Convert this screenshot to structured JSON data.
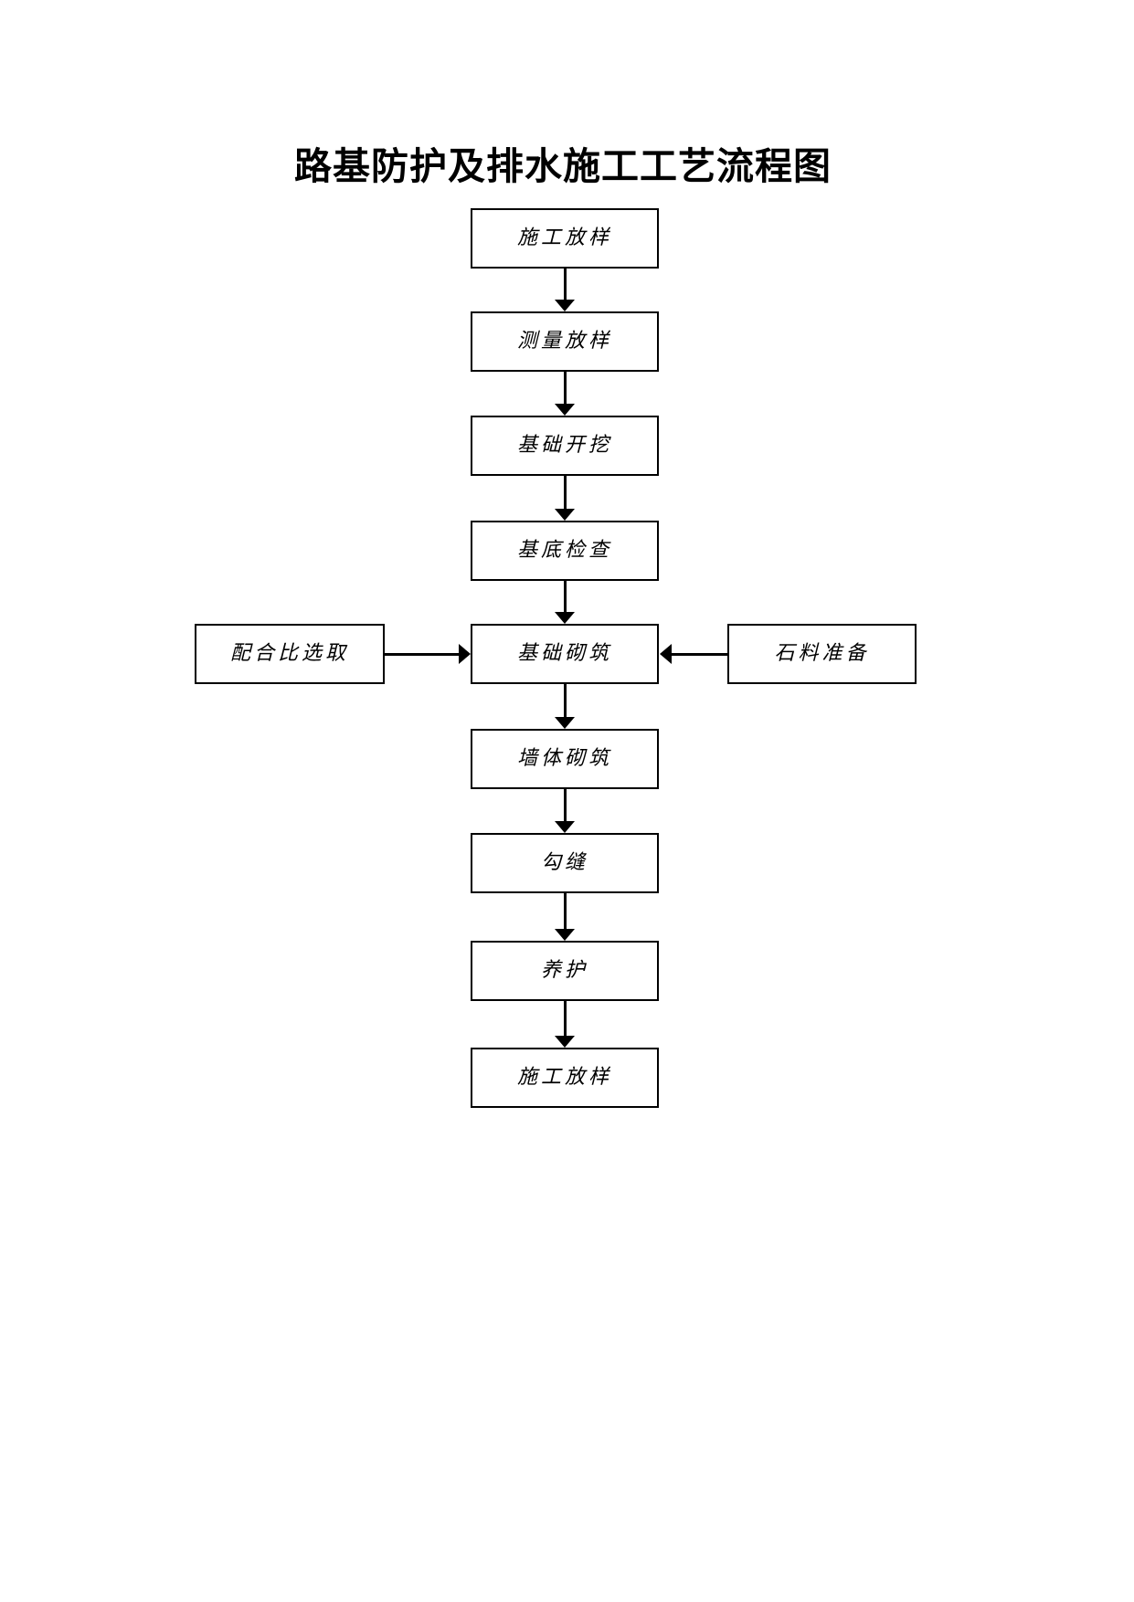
{
  "page": {
    "title": "路基防护及排水施工工艺流程图",
    "background_color": "#ffffff",
    "line_color": "#000000"
  },
  "flowchart": {
    "nodes": [
      {
        "label": "施工放样"
      },
      {
        "label": "测量放样"
      },
      {
        "label": "基础开挖"
      },
      {
        "label": "基底检查"
      },
      {
        "label": "基础砌筑"
      },
      {
        "label": "墙体砌筑"
      },
      {
        "label": "勾缝"
      },
      {
        "label": "养护"
      },
      {
        "label": "施工放样"
      }
    ],
    "side_nodes": [
      {
        "label": "配合比选取",
        "position": "left"
      },
      {
        "label": "石料准备",
        "position": "right"
      }
    ],
    "edges": [
      {
        "from": "施工放样",
        "to": "测量放样"
      },
      {
        "from": "测量放样",
        "to": "基础开挖"
      },
      {
        "from": "基础开挖",
        "to": "基底检查"
      },
      {
        "from": "基底检查",
        "to": "基础砌筑"
      },
      {
        "from": "配合比选取",
        "to": "基础砌筑"
      },
      {
        "from": "石料准备",
        "to": "基础砌筑"
      },
      {
        "from": "基础砌筑",
        "to": "墙体砌筑"
      },
      {
        "from": "墙体砌筑",
        "to": "勾缝"
      },
      {
        "from": "勾缝",
        "to": "养护"
      },
      {
        "from": "养护",
        "to": "施工放样"
      }
    ]
  }
}
